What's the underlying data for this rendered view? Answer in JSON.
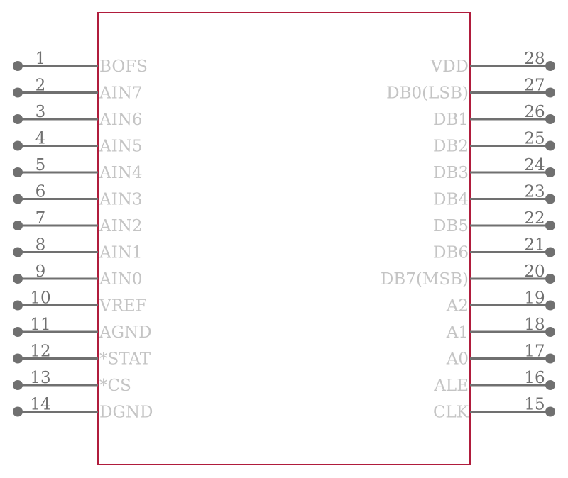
{
  "component": {
    "left_pins": [
      {
        "number": "1",
        "name": "BOFS"
      },
      {
        "number": "2",
        "name": "AIN7"
      },
      {
        "number": "3",
        "name": "AIN6"
      },
      {
        "number": "4",
        "name": "AIN5"
      },
      {
        "number": "5",
        "name": "AIN4"
      },
      {
        "number": "6",
        "name": "AIN3"
      },
      {
        "number": "7",
        "name": "AIN2"
      },
      {
        "number": "8",
        "name": "AIN1"
      },
      {
        "number": "9",
        "name": "AIN0"
      },
      {
        "number": "10",
        "name": "VREF"
      },
      {
        "number": "11",
        "name": "AGND"
      },
      {
        "number": "12",
        "name": "*STAT"
      },
      {
        "number": "13",
        "name": "*CS"
      },
      {
        "number": "14",
        "name": "DGND"
      }
    ],
    "right_pins": [
      {
        "number": "28",
        "name": "VDD"
      },
      {
        "number": "27",
        "name": "DB0(LSB)"
      },
      {
        "number": "26",
        "name": "DB1"
      },
      {
        "number": "25",
        "name": "DB2"
      },
      {
        "number": "24",
        "name": "DB3"
      },
      {
        "number": "23",
        "name": "DB4"
      },
      {
        "number": "22",
        "name": "DB5"
      },
      {
        "number": "21",
        "name": "DB6"
      },
      {
        "number": "20",
        "name": "DB7(MSB)"
      },
      {
        "number": "19",
        "name": "A2"
      },
      {
        "number": "18",
        "name": "A1"
      },
      {
        "number": "17",
        "name": "A0"
      },
      {
        "number": "16",
        "name": "ALE"
      },
      {
        "number": "15",
        "name": "CLK"
      }
    ]
  },
  "colors": {
    "body_outline": "#b01c3c",
    "pin": "#707070",
    "pin_name_text": "#c4c4c4"
  }
}
